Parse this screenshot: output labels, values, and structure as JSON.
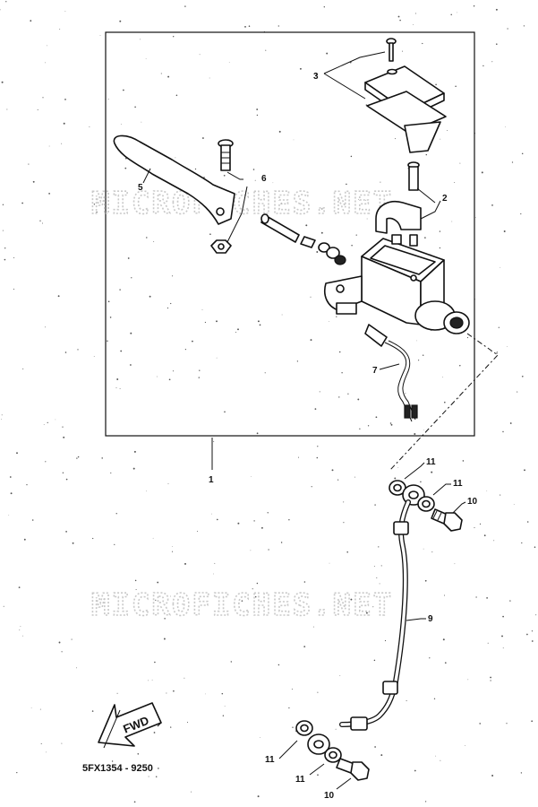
{
  "diagram_code": "5FX1354 - 9250",
  "watermark": "MICROFICHES.NET",
  "forward_arrow": {
    "label": "FWD"
  },
  "callouts": {
    "c1": "1",
    "c2": "2",
    "c3": "3",
    "c5": "5",
    "c6": "6",
    "c7": "7",
    "c9": "9",
    "c10a": "10",
    "c10b": "10",
    "c11a": "11",
    "c11b": "11",
    "c11c": "11",
    "c11d": "11"
  }
}
